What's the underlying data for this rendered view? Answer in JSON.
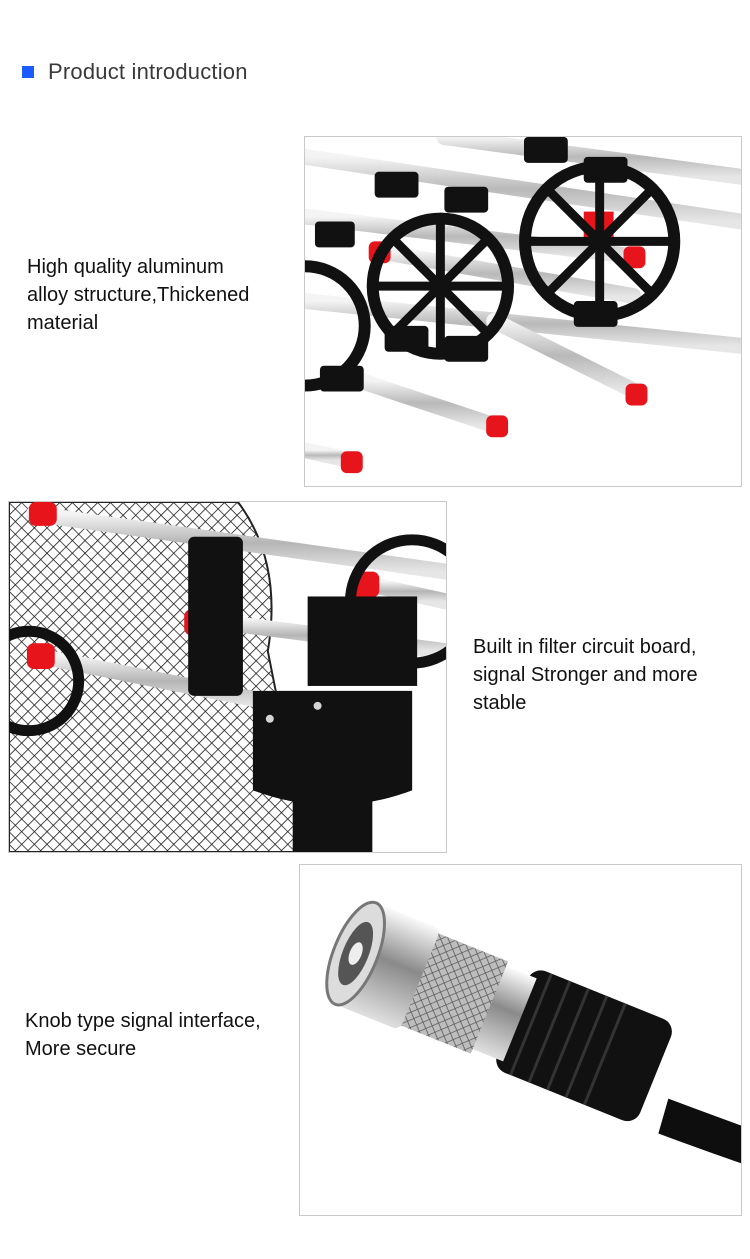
{
  "section": {
    "title": "Product introduction",
    "accent_color": "#1a5cff"
  },
  "features": [
    {
      "lines": [
        "High quality aluminum",
        "alloy structure,Thickened",
        "material"
      ],
      "image_icon": "antenna-rods-icon"
    },
    {
      "lines": [
        "Built in filter circuit board,",
        "signal Stronger and more",
        "stable"
      ],
      "image_icon": "antenna-mesh-icon"
    },
    {
      "lines": [
        "Knob type signal interface,",
        "More secure"
      ],
      "image_icon": "coax-connector-icon"
    }
  ],
  "colors": {
    "rod_cap": "#e8141c",
    "plastic": "#111111",
    "rod": "#c8c8c8"
  }
}
